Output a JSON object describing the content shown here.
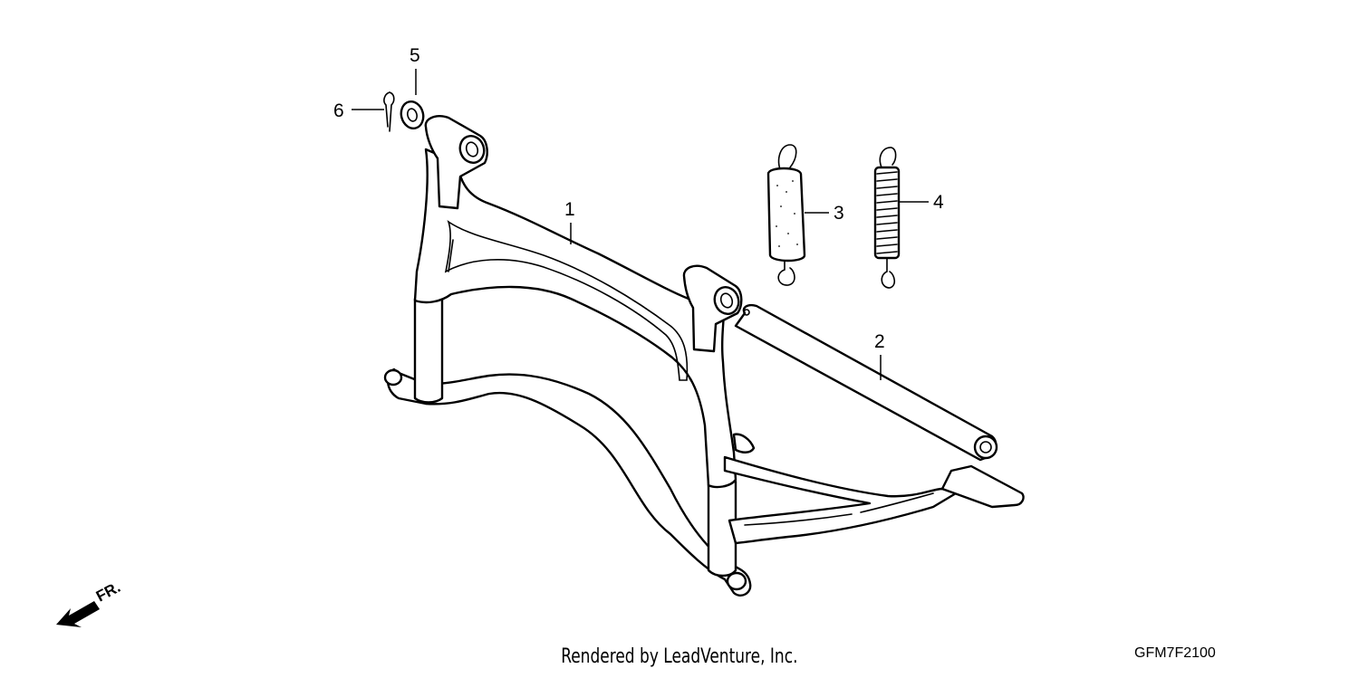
{
  "callouts": {
    "c1": "1",
    "c2": "2",
    "c3": "3",
    "c4": "4",
    "c5": "5",
    "c6": "6"
  },
  "front_indicator": "FR.",
  "footer": {
    "credit": "Rendered by LeadVenture, Inc.",
    "code": "GFM7F2100"
  }
}
